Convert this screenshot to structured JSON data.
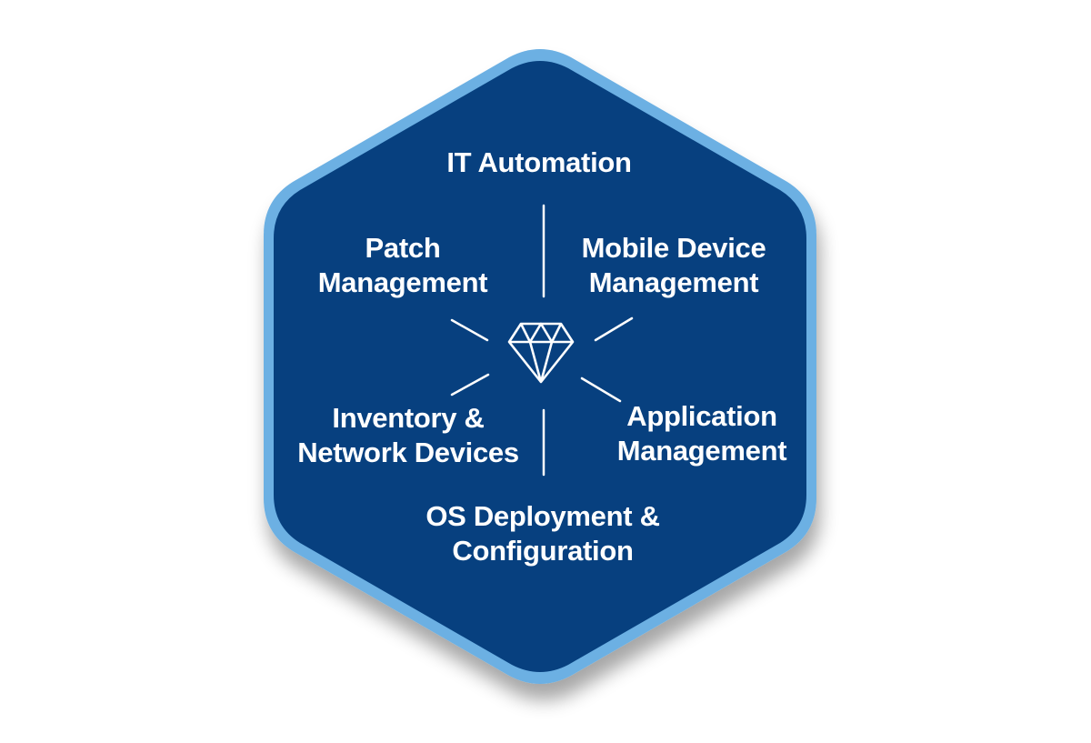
{
  "diagram": {
    "center_icon": "diamond-icon",
    "colors": {
      "fill": "#07407f",
      "border": "#6cb0e3",
      "text": "#ffffff",
      "divider": "#ffffff"
    },
    "segments": {
      "top": {
        "line1": "IT Automation"
      },
      "upper_left": {
        "line1": "Patch",
        "line2": "Management"
      },
      "upper_right": {
        "line1": "Mobile Device",
        "line2": "Management"
      },
      "lower_left": {
        "line1": "Inventory &",
        "line2": "Network Devices"
      },
      "lower_right": {
        "line1": "Application",
        "line2": "Management"
      },
      "bottom": {
        "line1": "OS Deployment &",
        "line2": "Configuration"
      }
    }
  }
}
